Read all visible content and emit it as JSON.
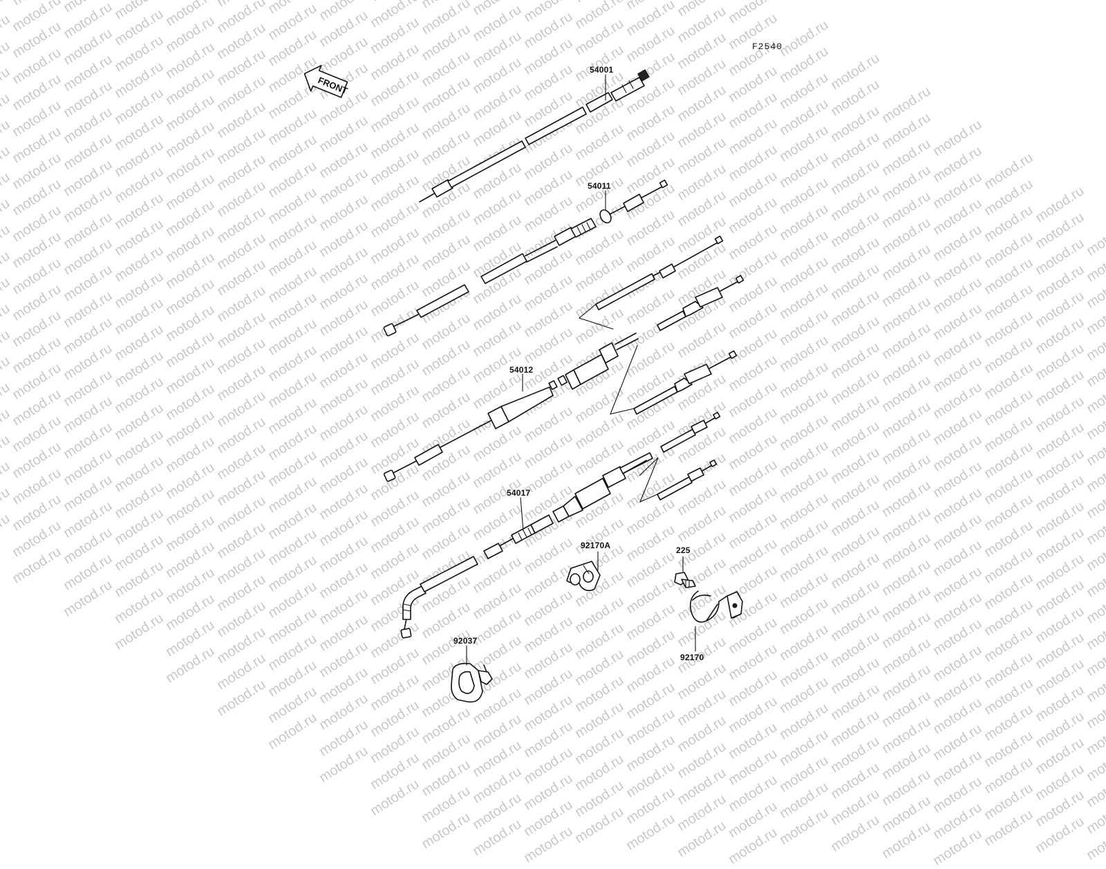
{
  "diagram": {
    "code": "F2540",
    "front_label": "FRONT",
    "watermark": "motod.ru",
    "parts": {
      "p54001": "54001",
      "p54011": "54011",
      "p54012": "54012",
      "p54017": "54017",
      "p92170A": "92170A",
      "p225": "225",
      "p92037": "92037",
      "p92170": "92170"
    }
  }
}
